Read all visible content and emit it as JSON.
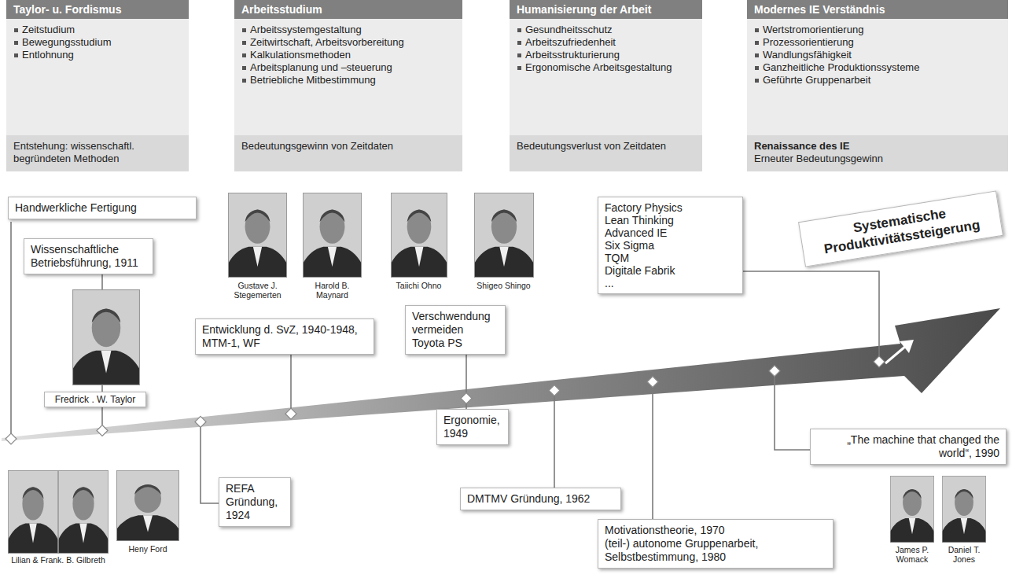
{
  "diagram": {
    "nodes": [
      {
        "text": [
          "Taylor- u. Fordismus",
          "Zeitstudium",
          "Bewegungsstudium",
          "Entlohnung",
          "Entstehung: wissenschaftl. begründeten Methoden"
        ]
      },
      {
        "text": [
          "Arbeitsstudium",
          "Arbeitssystemgestaltung",
          "Zeitwirtschaft, Arbeitsvorbereitung",
          "Kalkulationsmethoden",
          "Arbeitsplanung und –steuerung",
          "Betriebliche Mitbestimmung",
          "Bedeutungsgewinn von Zeitdaten"
        ]
      },
      {
        "text": [
          "Humanisierung der Arbeit",
          "Gesundheitsschutz",
          "Arbeitszufriedenheit",
          "Arbeitsstrukturierung",
          "Ergonomische Arbeitsgestaltung",
          "Bedeutungsverlust von Zeitdaten"
        ]
      },
      {
        "text": [
          "Modernes IE Verständnis",
          "Wertstromorientierung",
          "Prozessorientierung",
          "Wandlungsfähigkeit",
          "Ganzheitliche Produktionssysteme",
          "Geführte Gruppenarbeit",
          "Renaissance des IE",
          "Erneuter Bedeutungsgewinn"
        ]
      },
      {
        "text": [
          "Handwerkliche Fertigung"
        ]
      },
      {
        "text": [
          "Wissenschaftliche Betriebsführung, 1911"
        ]
      },
      {
        "text": [
          "Fredrick . W. Taylor"
        ]
      },
      {
        "text": [
          "Entwicklung d. SvZ, 1940-1948, MTM-1, WF"
        ]
      },
      {
        "text": [
          "Verschwendung vermeiden",
          "Toyota PS"
        ]
      },
      {
        "text": [
          "Factory Physics",
          "Lean Thinking",
          "Advanced IE",
          "Six Sigma",
          "TQM",
          "Digitale Fabrik",
          "..."
        ]
      },
      {
        "text": [
          "Systematische Produktivitätssteigerung"
        ]
      },
      {
        "text": [
          "REFA Gründung, 1924"
        ]
      },
      {
        "text": [
          "Ergonomie, 1949"
        ]
      },
      {
        "text": [
          "DMTMV Gründung, 1962"
        ]
      },
      {
        "text": [
          "„The machine that changed the world“, 1990"
        ]
      },
      {
        "text": [
          "Motivationstheorie, 1970",
          "(teil-) autonome Gruppenarbeit, Selbstbestimmung, 1980"
        ]
      }
    ],
    "labels": [
      "Gustave J. Stegemerten",
      "Harold B. Maynard",
      "Taiichi Ohno",
      "Shigeo Shingo",
      "Lilian & Frank. B. Gilbreth",
      "Heny Ford",
      "James P. Womack",
      "Daniel T. Jones"
    ]
  }
}
